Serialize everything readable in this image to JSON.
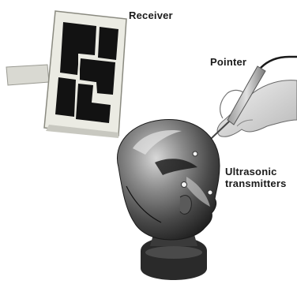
{
  "labels": {
    "receiver": "Receiver",
    "pointer": "Pointer",
    "transmitters_line1": "Ultrasonic",
    "transmitters_line2": "transmitters"
  },
  "colors": {
    "panel_frame": "#e8e8e0",
    "panel_dark": "#111111",
    "head_dark": "#2a2a2a",
    "head_mid": "#6d6d6d",
    "head_light": "#bdbdbd",
    "text": "#1a1a1a"
  }
}
